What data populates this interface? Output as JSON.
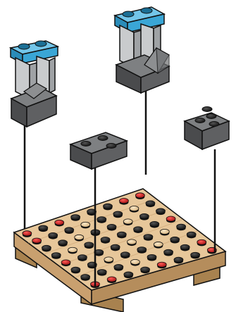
{
  "illustration": {
    "subject": "lego-assembly-step",
    "colors": {
      "plate_top": "#e7c79a",
      "plate_side": "#c9a06f",
      "plate_dark": "#a8824f",
      "stud_black": "#1e1e1e",
      "stud_red": "#c4161c",
      "stud_tan": "#e9cc9f",
      "brick_dark_gray": "#5f6062",
      "brick_dark_gray_top": "#7e8082",
      "brick_light_gray": "#c9cbcd",
      "brick_light_gray_shade": "#9fa2a5",
      "cap_azure": "#3aa6d6",
      "cap_azure_top": "#73c6ea",
      "cap_stud": "#1b6f95",
      "string": "#111111",
      "outline": "#111111"
    },
    "components": {
      "base_plate": {
        "studs_per_side": 8
      },
      "hanging_pieces": [
        {
          "name": "left-column-assembly",
          "attaches_to": "plate-red-stud-left"
        },
        {
          "name": "small-corner-brick",
          "attaches_to": "plate-red-stud-front"
        },
        {
          "name": "tall-column-assembly",
          "attaches_to": "plate-red-stud-back"
        },
        {
          "name": "right-corner-brick",
          "attaches_to": "plate-red-stud-right"
        }
      ]
    }
  }
}
